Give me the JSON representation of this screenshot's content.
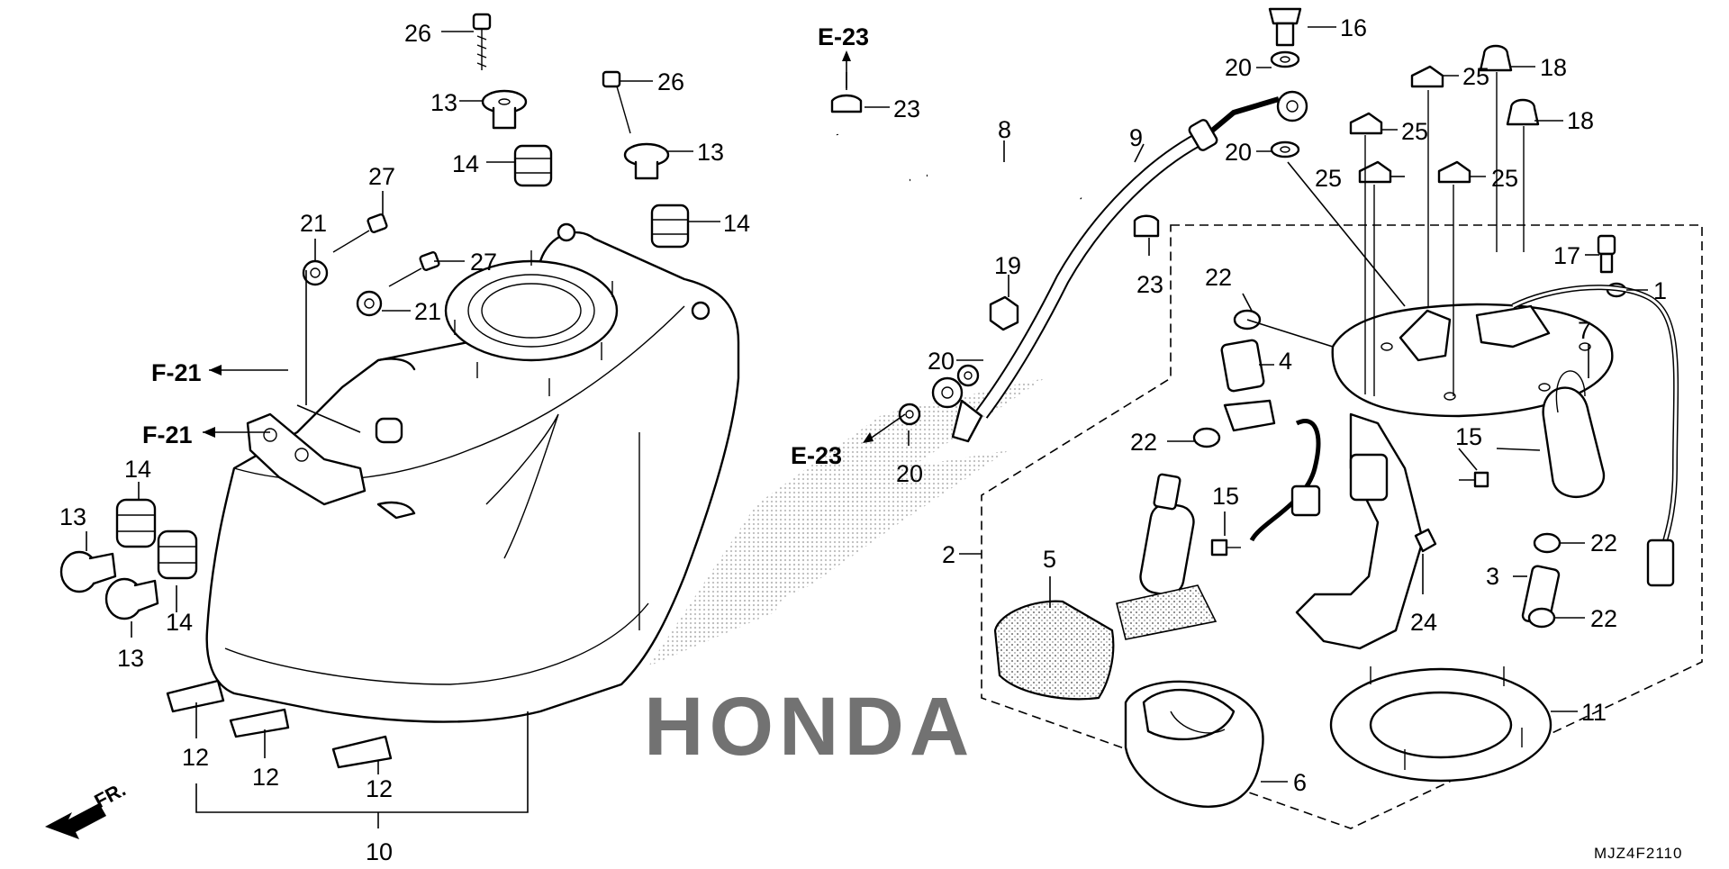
{
  "brand_watermark": "HONDA",
  "diagram_code": "MJZ4F2110",
  "front_marker": "FR.",
  "section_refs": {
    "e23": "E-23",
    "f21": "F-21"
  },
  "part_numbers": {
    "p1": "1",
    "p2": "2",
    "p3": "3",
    "p4": "4",
    "p5": "5",
    "p6": "6",
    "p7": "7",
    "p8": "8",
    "p9": "9",
    "p10": "10",
    "p11": "11",
    "p12": "12",
    "p13": "13",
    "p14": "14",
    "p15": "15",
    "p16": "16",
    "p17": "17",
    "p18": "18",
    "p19": "19",
    "p20": "20",
    "p21": "21",
    "p22": "22",
    "p23": "23",
    "p24": "24",
    "p25": "25",
    "p26": "26",
    "p27": "27"
  }
}
